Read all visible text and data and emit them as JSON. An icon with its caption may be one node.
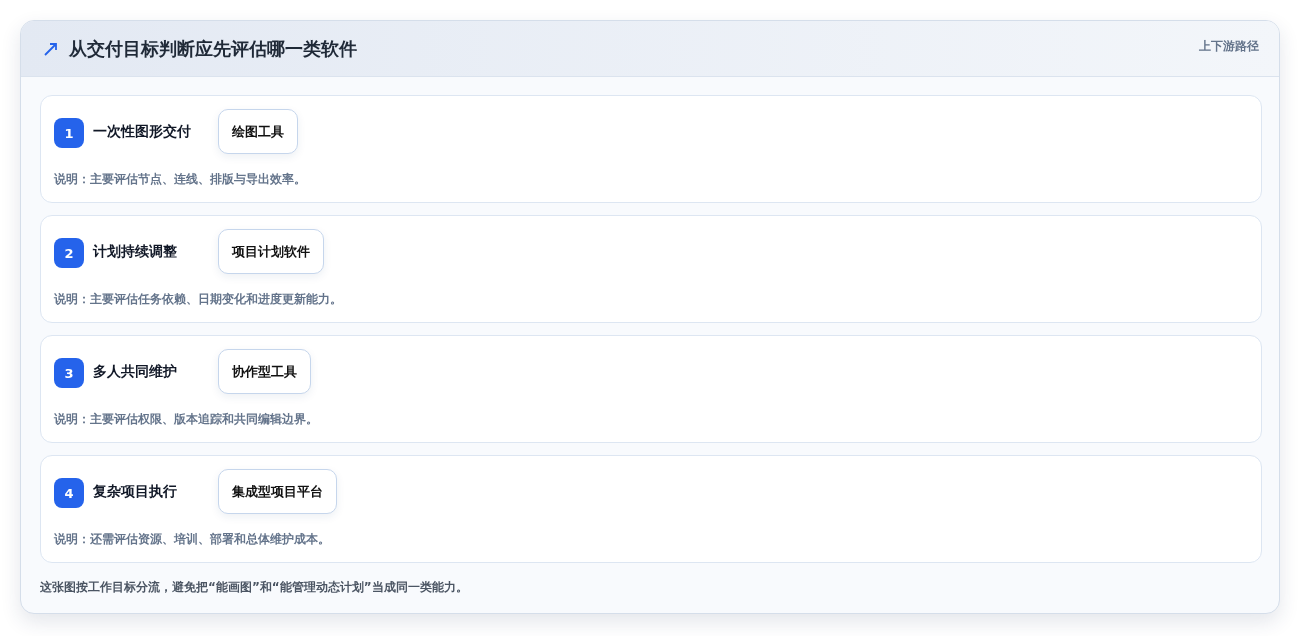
{
  "diagram": {
    "title": "从交付目标判断应先评估哪一类软件",
    "caption": "这张图按工作目标分流，避免把“能画图”和“能管理动态计划”当成同一类能力。",
    "nodes": [
      {
        "text": [
          "一次性图形交付",
          "说明：主要评估节点、连线、排版与导出效率。"
        ]
      },
      {
        "text": [
          "1"
        ],
        "in": 0
      },
      {
        "text": [
          "绘图工具"
        ],
        "in": 0
      },
      {
        "text": [
          "计划持续调整",
          "说明：主要评估任务依赖、日期变化和进度更新能力。"
        ]
      },
      {
        "text": [
          "2"
        ],
        "in": 3
      },
      {
        "text": [
          "项目计划软件"
        ],
        "in": 3
      },
      {
        "text": [
          "多人共同维护",
          "说明：主要评估权限、版本追踪和共同编辑边界。"
        ]
      },
      {
        "text": [
          "3"
        ],
        "in": 6
      },
      {
        "text": [
          "协作型工具"
        ],
        "in": 6
      },
      {
        "text": [
          "复杂项目执行",
          "说明：还需评估资源、培训、部署和总体维护成本。"
        ]
      },
      {
        "text": [
          "4"
        ],
        "in": 9
      },
      {
        "text": [
          "集成型项目平台"
        ],
        "in": 9
      }
    ],
    "labels": [
      "上下游路径"
    ]
  }
}
